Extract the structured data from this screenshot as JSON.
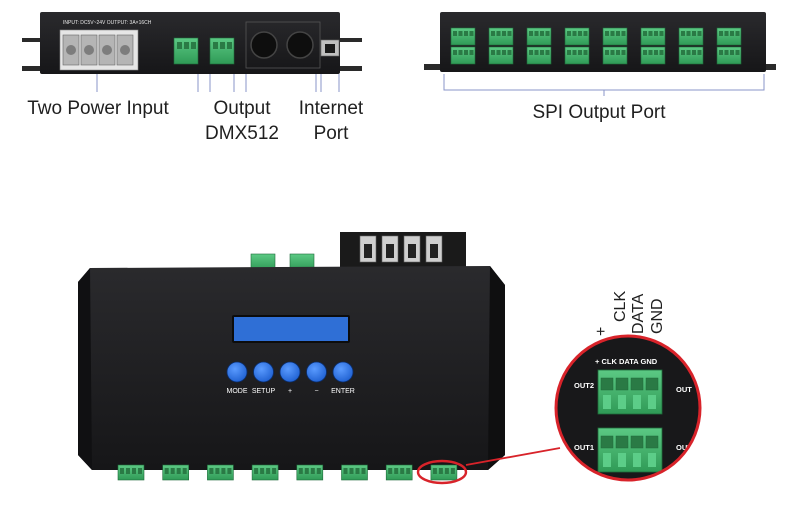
{
  "labels": {
    "power": "Two Power Input",
    "output_line1": "Output",
    "output_line2": "DMX512",
    "internet_line1": "Internet",
    "internet_line2": "Port",
    "spi": "SPI Output Port"
  },
  "pin_labels_rotated": [
    "+",
    "CLK",
    "DATA",
    "GND"
  ],
  "front_panel": {
    "buttons": [
      "MODE",
      "SETUP",
      "+",
      "−",
      "ENTER"
    ]
  },
  "zoom": {
    "header": "+ CLK DATA GND",
    "out2": "OUT2",
    "out1": "OUT1"
  },
  "colors": {
    "device_body": "#1c1c1e",
    "terminal_green": "#3fb36a",
    "button_blue": "#2b6fe0",
    "lcd_blue": "#2f6fd6",
    "highlight_red": "#d8232a",
    "bracket_blue": "#8a95c8"
  }
}
